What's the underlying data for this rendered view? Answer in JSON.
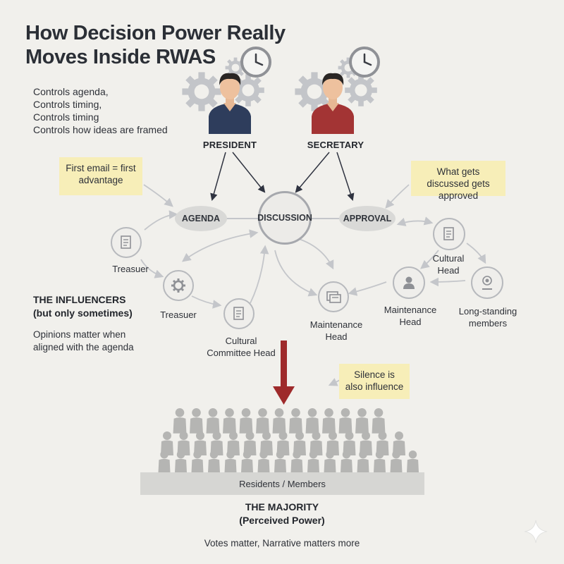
{
  "title_line1": "How Decision Power Really",
  "title_line2": "Moves Inside RWAS",
  "controls": [
    "Controls agenda,",
    "Controls timing,",
    "Controls timing",
    "Controls how ideas are framed"
  ],
  "roles": {
    "president": "PRESIDENT",
    "secretary": "SECRETARY"
  },
  "notes": {
    "first_email": "First email = first advantage",
    "what_gets": "What gets discussed gets approved",
    "silence": "Silence is also influence"
  },
  "stages": {
    "agenda": "AGENDA",
    "discussion": "DISCUSSION",
    "approval": "APPROVAL"
  },
  "nodes": {
    "treasurer_top": "Treasuer",
    "treasurer_mid": "Treasuer",
    "cultural_committee": "Cultural Committee Head",
    "maintenance_center": "Maintenance Head",
    "cultural_right": "Cultural Head",
    "maintenance_right": "Maintenance Head",
    "long_standing": "Long-standing members"
  },
  "influencers": {
    "heading_line1": "THE INFLUENCERS",
    "heading_line2": "(but only sometimes)",
    "body_line1": "Opinions matter when",
    "body_line2": "aligned with the agenda"
  },
  "majority": {
    "base_label": "Residents / Members",
    "heading_line1": "THE MAJORITY",
    "heading_line2": "(Perceived Power)",
    "tagline": "Votes matter, Narrative matters more"
  },
  "icons": {
    "gear": "gear-icon",
    "clock": "clock-icon",
    "document": "document-icon",
    "person": "person-icon",
    "sparkle": "sparkle-icon"
  },
  "colors": {
    "background": "#f1f0ec",
    "president_shirt": "#2e3d5c",
    "secretary_shirt": "#a33434",
    "arrow_red": "#9e2a2b",
    "note_yellow": "#f7eeb8",
    "crowd": "#b5b5b3"
  }
}
